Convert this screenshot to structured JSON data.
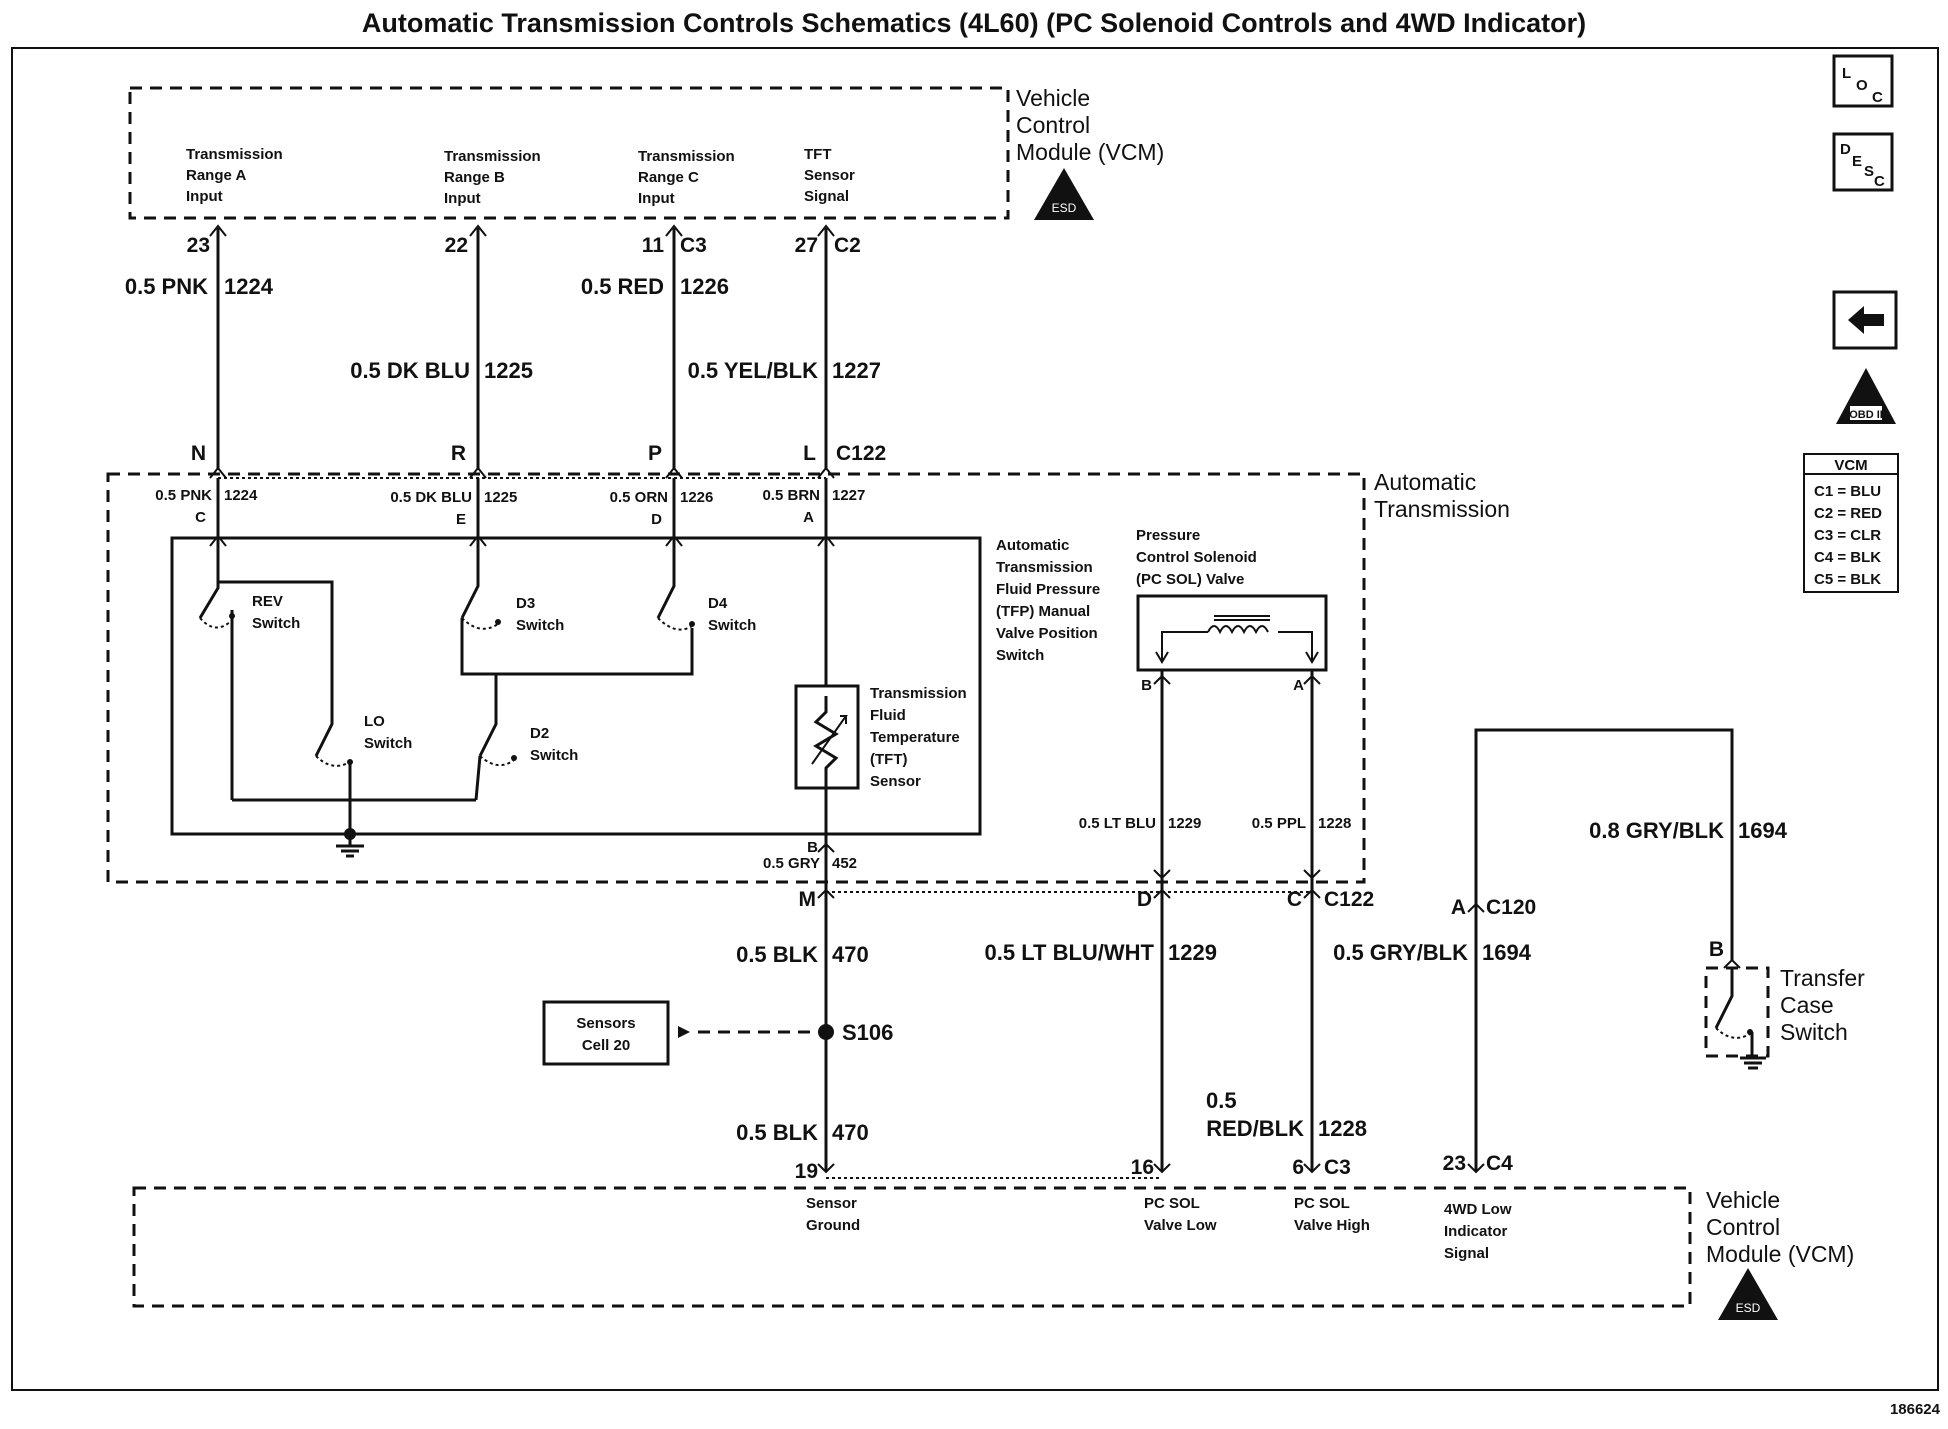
{
  "title": "Automatic Transmission Controls Schematics (4L60) (PC Solenoid Controls and 4WD Indicator)",
  "figure_number": "186624",
  "vcm_top": {
    "label": [
      "Vehicle",
      "Control",
      "Module (VCM)"
    ],
    "inputs": [
      {
        "label": [
          "Transmission",
          "Range A",
          "Input"
        ],
        "pin": "23",
        "connector": ""
      },
      {
        "label": [
          "Transmission",
          "Range B",
          "Input"
        ],
        "pin": "22",
        "connector": ""
      },
      {
        "label": [
          "Transmission",
          "Range C",
          "Input"
        ],
        "pin": "11",
        "connector": "C3"
      },
      {
        "label": [
          "TFT",
          "Sensor",
          "Signal"
        ],
        "pin": "27",
        "connector": "C2"
      }
    ]
  },
  "wires_top": [
    {
      "size_color": "0.5 PNK",
      "circuit": "1224"
    },
    {
      "size_color": "0.5 DK BLU",
      "circuit": "1225"
    },
    {
      "size_color": "0.5 RED",
      "circuit": "1226"
    },
    {
      "size_color": "0.5 YEL/BLK",
      "circuit": "1227"
    }
  ],
  "c122_top": {
    "pins": [
      "N",
      "R",
      "P",
      "L"
    ],
    "connector": "C122"
  },
  "transmission": {
    "label": [
      "Automatic",
      "Transmission"
    ],
    "internal_wires": [
      {
        "size_color": "0.5 PNK",
        "circuit": "1224",
        "pin": "C"
      },
      {
        "size_color": "0.5 DK BLU",
        "circuit": "1225",
        "pin": "E"
      },
      {
        "size_color": "0.5 ORN",
        "circuit": "1226",
        "pin": "D"
      },
      {
        "size_color": "0.5 BRN",
        "circuit": "1227",
        "pin": "A"
      }
    ],
    "tfp_label": [
      "Automatic",
      "Transmission",
      "Fluid Pressure",
      "(TFP) Manual",
      "Valve Position",
      "Switch"
    ],
    "switches": {
      "rev": [
        "REV",
        "Switch"
      ],
      "d3": [
        "D3",
        "Switch"
      ],
      "d4": [
        "D4",
        "Switch"
      ],
      "lo": [
        "LO",
        "Switch"
      ],
      "d2": [
        "D2",
        "Switch"
      ]
    },
    "tft_label": [
      "Transmission",
      "Fluid",
      "Temperature",
      "(TFT)",
      "Sensor"
    ],
    "tft_bottom": {
      "pin": "B",
      "size_color": "0.5 GRY",
      "circuit": "452"
    },
    "pc_sol_label": [
      "Pressure",
      "Control Solenoid",
      "(PC SOL) Valve"
    ],
    "pc_pins": [
      "B",
      "A"
    ],
    "pc_wires": [
      {
        "size_color": "0.5 LT BLU",
        "circuit": "1229"
      },
      {
        "size_color": "0.5 PPL",
        "circuit": "1228"
      }
    ]
  },
  "c122_bottom": {
    "pins": [
      "M",
      "D",
      "C"
    ],
    "connector": "C122"
  },
  "c120": {
    "pin": "A",
    "connector": "C120"
  },
  "wires_bottom": {
    "ground_upper": {
      "size_color": "0.5 BLK",
      "circuit": "470"
    },
    "ground_lower": {
      "size_color": "0.5 BLK",
      "circuit": "470"
    },
    "pc_low": {
      "size_color": "0.5 LT BLU/WHT",
      "circuit": "1229"
    },
    "pc_high": {
      "size_color_1": "0.5",
      "size_color_2": "RED/BLK",
      "circuit": "1228"
    },
    "fourwd_c120": {
      "size_color": "0.5 GRY/BLK",
      "circuit": "1694"
    },
    "fourwd_tcase": {
      "size_color": "0.8 GRY/BLK",
      "circuit": "1694"
    }
  },
  "splice": {
    "label": "S106",
    "ref": [
      "Sensors",
      "Cell 20"
    ]
  },
  "transfer_case": {
    "label": [
      "Transfer",
      "Case",
      "Switch"
    ],
    "pin": "B"
  },
  "vcm_bottom": {
    "label": [
      "Vehicle",
      "Control",
      "Module (VCM)"
    ],
    "pins": [
      {
        "pin": "19",
        "connector": "",
        "label": [
          "Sensor",
          "Ground"
        ]
      },
      {
        "pin": "16",
        "connector": "",
        "label": [
          "PC SOL",
          "Valve Low"
        ]
      },
      {
        "pin": "6",
        "connector": "C3",
        "label": [
          "PC SOL",
          "Valve High"
        ]
      },
      {
        "pin": "23",
        "connector": "C4",
        "label": [
          "4WD Low",
          "Indicator",
          "Signal"
        ]
      }
    ]
  },
  "sidebar": {
    "loc": [
      "L",
      "O",
      "C"
    ],
    "desc": [
      "D",
      "E",
      "S",
      "C"
    ],
    "obd_label": "OBD II",
    "vcm_legend": {
      "title": "VCM",
      "rows": [
        "C1 = BLU",
        "C2 = RED",
        "C3 = CLR",
        "C4 = BLK",
        "C5 = BLK"
      ]
    }
  }
}
